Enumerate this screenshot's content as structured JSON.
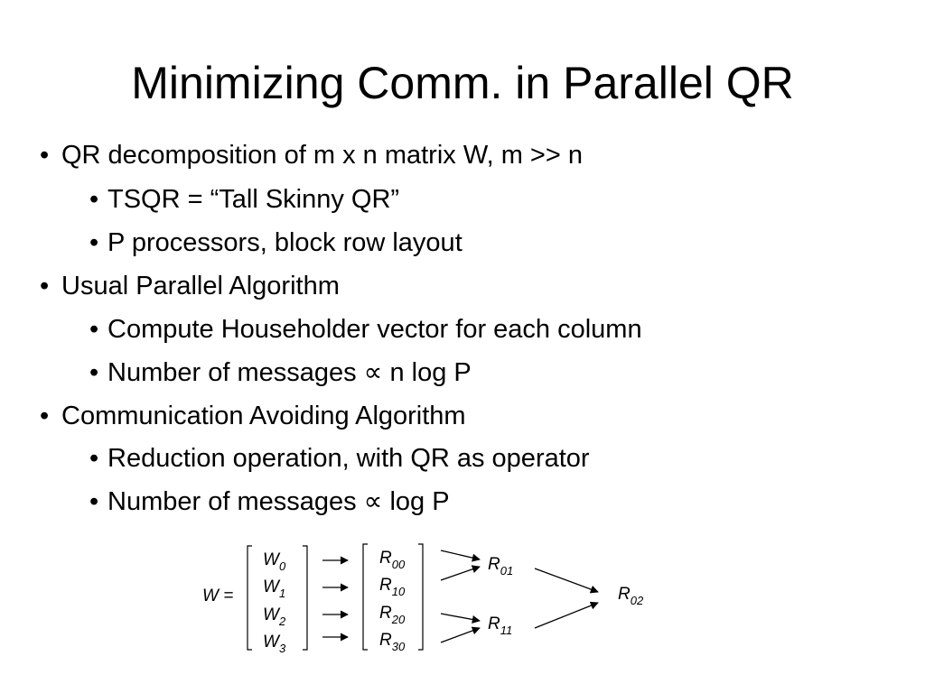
{
  "slide": {
    "title": "Minimizing Comm. in Parallel QR",
    "bullets": [
      {
        "level": 1,
        "text": "QR decomposition of m x n matrix W,  m >> n"
      },
      {
        "level": 2,
        "text": "TSQR = “Tall Skinny QR”"
      },
      {
        "level": 2,
        "text": "P processors, block row layout"
      },
      {
        "level": 1,
        "text": "Usual Parallel Algorithm"
      },
      {
        "level": 2,
        "text": "Compute Householder vector for each column"
      },
      {
        "level": 2,
        "text": "Number of messages ∝ n log P"
      },
      {
        "level": 1,
        "text": "Communication Avoiding Algorithm"
      },
      {
        "level": 2,
        "text": "Reduction operation, with QR as operator"
      },
      {
        "level": 2,
        "text": "Number of messages ∝ log P"
      }
    ],
    "bullet_glyph": "•"
  },
  "diagram": {
    "lhs": "W =",
    "w_blocks": [
      {
        "base": "W",
        "sub": "0"
      },
      {
        "base": "W",
        "sub": "1"
      },
      {
        "base": "W",
        "sub": "2"
      },
      {
        "base": "W",
        "sub": "3"
      }
    ],
    "r_level0": [
      {
        "base": "R",
        "sub": "00"
      },
      {
        "base": "R",
        "sub": "10"
      },
      {
        "base": "R",
        "sub": "20"
      },
      {
        "base": "R",
        "sub": "30"
      }
    ],
    "r_level1": [
      {
        "base": "R",
        "sub": "01"
      },
      {
        "base": "R",
        "sub": "11"
      }
    ],
    "r_level2": {
      "base": "R",
      "sub": "02"
    }
  }
}
